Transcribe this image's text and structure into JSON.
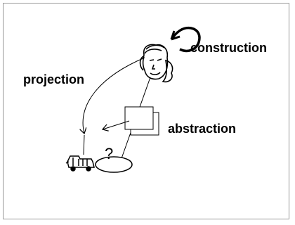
{
  "labels": {
    "construction": "construction",
    "projection": "projection",
    "abstraction": "abstraction",
    "question": "?"
  },
  "colors": {
    "ink": "#000000",
    "border": "#999999",
    "background": "#ffffff"
  },
  "icons": {
    "head": "scribbled-head-icon",
    "cycle_arrow": "curved-cycle-arrow-icon",
    "stacked_squares": "stacked-squares-icon",
    "toy_vehicle": "toy-vehicle-icon",
    "ellipse": "ellipse-shape"
  }
}
